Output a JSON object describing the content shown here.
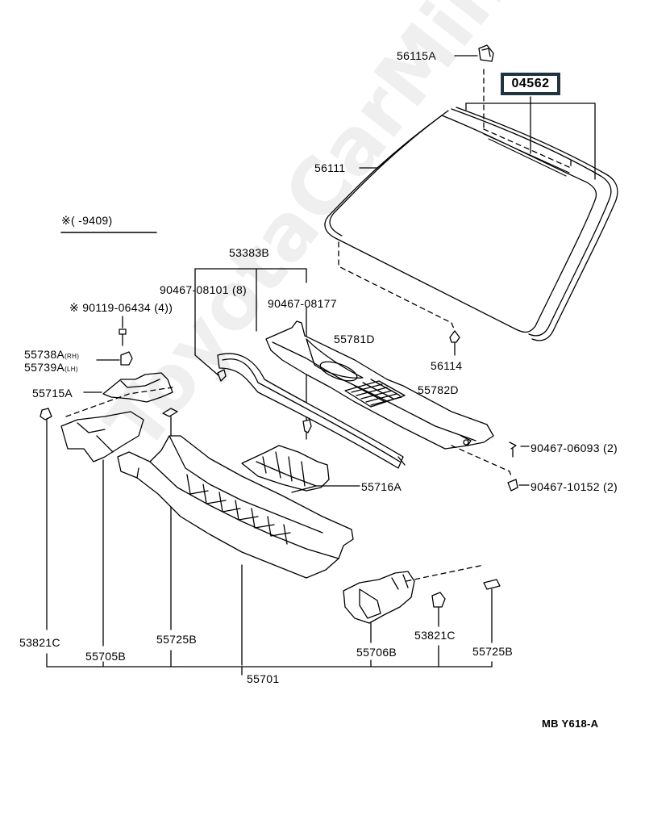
{
  "labels": {
    "p56115A": "56115A",
    "p04562": "04562",
    "p56111": "56111",
    "note_range": "※(      -9409)",
    "p53383B": "53383B",
    "p90467_08101": "90467-08101 (8)",
    "p90467_08177": "90467-08177",
    "p90119": "※ 90119-06434 (4))",
    "p55781D": "55781D",
    "p56114": "56114",
    "p55738A": "55738A",
    "p55738A_side": "(RH)",
    "p55739A": "55739A",
    "p55739A_side": "(LH)",
    "p55715A": "55715A",
    "p55782D": "55782D",
    "p90467_06093": "90467-06093 (2)",
    "p55716A": "55716A",
    "p90467_10152": "90467-10152 (2)",
    "p53821C_left": "53821C",
    "p55725B_left": "55725B",
    "p55705B": "55705B",
    "p55706B": "55706B",
    "p53821C_right": "53821C",
    "p55725B_right": "55725B",
    "p55701": "55701",
    "figure_code": "MB  Y618-A"
  },
  "watermark": "ToyotaCarMine.ru"
}
